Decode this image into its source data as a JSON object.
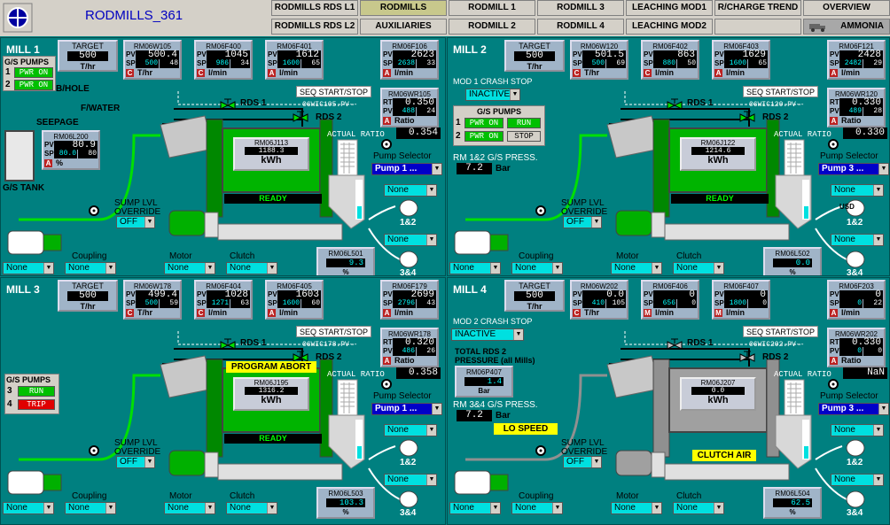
{
  "app": {
    "title": "RODMILLS_361"
  },
  "nav": [
    {
      "label": "RODMILLS RDS L1"
    },
    {
      "label": "RODMILLS"
    },
    {
      "label": "RODMILL 1"
    },
    {
      "label": "RODMILL 3"
    },
    {
      "label": "LEACHING MOD1"
    },
    {
      "label": "R/CHARGE TREND"
    },
    {
      "label": "OVERVIEW"
    },
    {
      "label": "RODMILLS RDS L2"
    },
    {
      "label": "AUXILIARIES"
    },
    {
      "label": "RODMILL 2"
    },
    {
      "label": "RODMILL 4"
    },
    {
      "label": "LEACHING MOD2"
    },
    {
      "label": ""
    },
    {
      "label": "AMMONIA"
    }
  ],
  "common": {
    "target_label": "TARGET",
    "tphr": "T/hr",
    "lmin": "l/min",
    "kwh": "kWh",
    "pct": "%",
    "ratio": "Ratio",
    "actual_ratio": "ACTUAL RATIO",
    "seq": "SEQ START/STOP",
    "pump_selector": "Pump Selector",
    "sump_lvl": "SUMP LVL",
    "override": "OVERRIDE",
    "coupling": "Coupling",
    "motor": "Motor",
    "clutch": "Clutch",
    "rds1": "RDS 1",
    "rds2": "RDS 2",
    "pump12": "1&2",
    "pump34": "3&4",
    "none": "None",
    "off": "OFF",
    "pv": "PV",
    "sp": "SP",
    "rt": "RT",
    "c": "C",
    "a": "A",
    "m": "M",
    "bar": "Bar"
  },
  "mills": [
    {
      "title": "MILL 1",
      "target": "500",
      "w": {
        "tag": "RM06W105",
        "pv": "500.4",
        "sp": "500",
        "out": "48"
      },
      "f400": {
        "tag": "RM06F400",
        "pv": "1045",
        "sp": "986",
        "out": "34"
      },
      "f401": {
        "tag": "RM06F401",
        "pv": "1612",
        "sp": "1600",
        "out": "65"
      },
      "f106": {
        "tag": "RM06F106",
        "pv": "2623",
        "sp": "2638",
        "out": "33"
      },
      "wr": {
        "tag": "RM06WR105",
        "rt": "0.350",
        "pv": "488",
        "out": "24"
      },
      "wic": "06WIC105.PV--",
      "actual": "0.354",
      "j": {
        "tag": "RM06J113",
        "val": "1188.3"
      },
      "status": "READY",
      "pump_sel": "Pump 1 ...",
      "lvl": {
        "tag": "RM06L501",
        "val": "9.3"
      }
    },
    {
      "title": "MILL 2",
      "target": "500",
      "w": {
        "tag": "RM06W120",
        "pv": "501.5",
        "sp": "500",
        "out": "69"
      },
      "f400": {
        "tag": "RM06F402",
        "pv": "863",
        "sp": "880",
        "out": "50"
      },
      "f401": {
        "tag": "RM06F403",
        "pv": "1629",
        "sp": "1600",
        "out": "65"
      },
      "f106": {
        "tag": "RM06F121",
        "pv": "2428",
        "sp": "2482",
        "out": "29"
      },
      "wr": {
        "tag": "RM06WR120",
        "rt": "0.330",
        "pv": "489",
        "out": "28"
      },
      "wic": "06WIC120.PV--",
      "actual": "0.330",
      "j": {
        "tag": "RM06J122",
        "val": "1214.6"
      },
      "status": "READY",
      "pump_sel": "Pump 3 ...",
      "lvl": {
        "tag": "RM06L502",
        "val": "0.0"
      }
    },
    {
      "title": "MILL 3",
      "target": "500",
      "w": {
        "tag": "RM06W178",
        "pv": "499.4",
        "sp": "500",
        "out": "59"
      },
      "f400": {
        "tag": "RM06F404",
        "pv": "1028",
        "sp": "1271",
        "out": "63"
      },
      "f401": {
        "tag": "RM06F405",
        "pv": "1603",
        "sp": "1600",
        "out": "60"
      },
      "f106": {
        "tag": "RM06F179",
        "pv": "2699",
        "sp": "2796",
        "out": "43"
      },
      "wr": {
        "tag": "RM06WR178",
        "rt": "0.320",
        "pv": "486",
        "out": "26"
      },
      "wic": "06WIC178.PV--",
      "actual": "0.358",
      "j": {
        "tag": "RM06J195",
        "val": "1316.2"
      },
      "status": "READY",
      "pump_sel": "Pump 1 ...",
      "lvl": {
        "tag": "RM06L503",
        "val": "103.3"
      },
      "abort": "PROGRAM ABORT"
    },
    {
      "title": "MILL 4",
      "target": "500",
      "w": {
        "tag": "RM06W202",
        "pv": "0.0",
        "sp": "410",
        "out": "105"
      },
      "f400": {
        "tag": "RM06F406",
        "pv": "0",
        "sp": "656",
        "out": "0"
      },
      "f401": {
        "tag": "RM06F407",
        "pv": "0",
        "sp": "1800",
        "out": "0"
      },
      "f106": {
        "tag": "RM06F203",
        "pv": "0",
        "sp": "0",
        "out": "22"
      },
      "wr": {
        "tag": "RM06WR202",
        "rt": "0.330",
        "pv": "0",
        "out": "0"
      },
      "wic": "06WIC202.PV--",
      "actual": "NaN",
      "j": {
        "tag": "RM06J207",
        "val": "0.0"
      },
      "status": "",
      "pump_sel": "Pump 3 ...",
      "lvl": {
        "tag": "RM06L504",
        "val": "62.5"
      },
      "clutch_air": "CLUTCH AIR"
    }
  ],
  "mill1_extra": {
    "gs_pumps": "G/S PUMPS",
    "pwr_on": "PWR ON",
    "bhole": "B/HOLE",
    "fwater": "F/WATER",
    "seepage": "SEEPAGE",
    "gs_tank": "G/S TANK",
    "l200": {
      "tag": "RM06L200",
      "pv": "80.9",
      "sp": "80.0",
      "out": "80"
    }
  },
  "mill2_extra": {
    "crash": "MOD 1 CRASH STOP",
    "inactive": "INACTIVE",
    "gs_pumps": "G/S PUMPS",
    "pwr_on": "PWR ON",
    "run": "RUN",
    "stop": "STOP",
    "press_label": "RM 1&2  G/S PRESS.",
    "press": "7.2",
    "usd": "USD"
  },
  "mill3_extra": {
    "gs_pumps": "G/S PUMPS",
    "run": "RUN",
    "trip": "TRIP"
  },
  "mill4_extra": {
    "crash": "MOD 2 CRASH STOP",
    "inactive": "INACTIVE",
    "total": "TOTAL RDS 2",
    "pressure": "PRESSURE (all Mills)",
    "p407": {
      "tag": "RM06P407",
      "val": "1.4"
    },
    "press_label": "RM 3&4  G/S PRESS.",
    "press": "7.2",
    "lo_speed": "LO SPEED"
  },
  "colors": {
    "bg": "#008080",
    "green": "#00c000",
    "panel": "#a0b4c8"
  }
}
